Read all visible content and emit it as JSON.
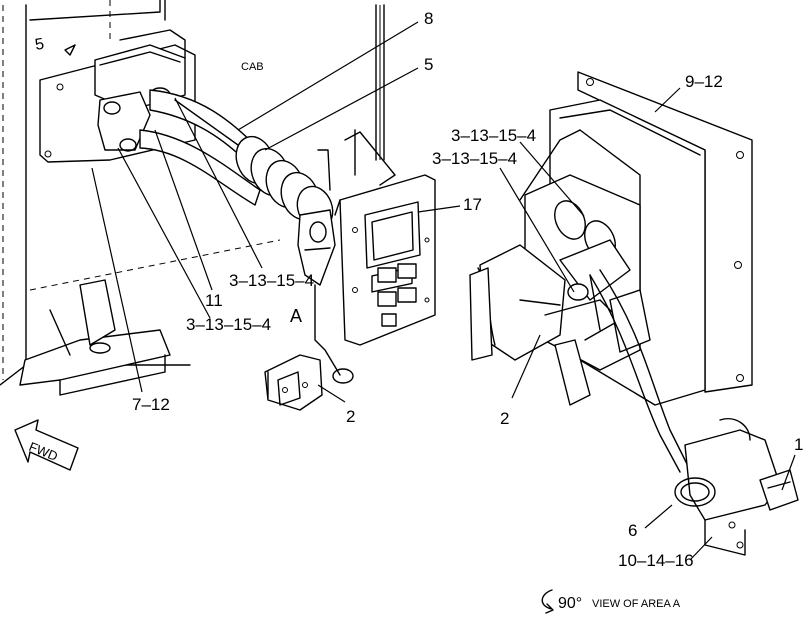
{
  "labels": {
    "cab": "CAB",
    "view_a": "A",
    "fwd": "FWD",
    "rotation_angle": "90°",
    "view_caption": "VIEW OF AREA A"
  },
  "callouts": {
    "c8": "8",
    "c5": "5",
    "c17": "17",
    "c3_13_15_4_left_upper": "3–13–15–4",
    "c11": "11",
    "c3_13_15_4_left_lower": "3–13–15–4",
    "c7_12": "7–12",
    "c2_left": "2",
    "c9_12": "9–12",
    "c3_13_15_4_right_upper": "3–13–15–4",
    "c3_13_15_4_right_lower": "3–13–15–4",
    "c2_right": "2",
    "c1": "1",
    "c6": "6",
    "c10_14_16": "10–14–16"
  }
}
